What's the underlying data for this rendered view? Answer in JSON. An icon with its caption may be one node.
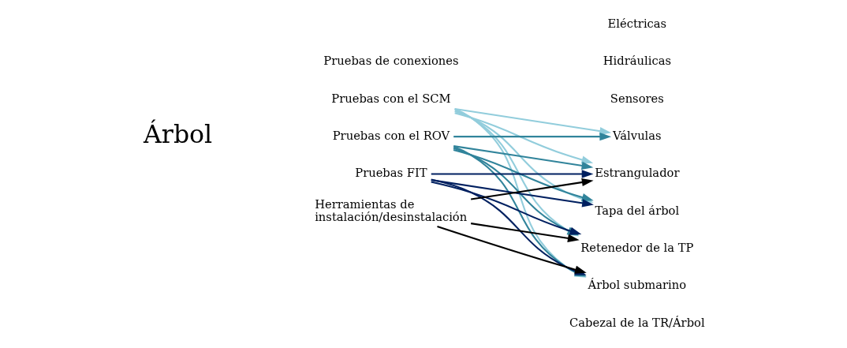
{
  "diagram": {
    "nodes": [
      {
        "text": [
          "Árbol"
        ]
      },
      {
        "text": [
          "Pruebas de conexiones"
        ]
      },
      {
        "text": [
          "Eléctricas"
        ]
      },
      {
        "text": [
          "Hidráulicas"
        ]
      },
      {
        "text": [
          "Pruebas con el SCM"
        ]
      },
      {
        "text": [
          "Pruebas con el ROV"
        ]
      },
      {
        "text": [
          "Pruebas FIT"
        ]
      },
      {
        "text": [
          "Herramientas de instalación/desinstalación"
        ]
      },
      {
        "text": [
          "Sensores"
        ]
      },
      {
        "text": [
          "Válvulas"
        ]
      },
      {
        "text": [
          "Estrangulador"
        ]
      },
      {
        "text": [
          "Tapa del árbol"
        ]
      },
      {
        "text": [
          "Retenedor de la TP"
        ]
      },
      {
        "text": [
          "Árbol submarino"
        ]
      },
      {
        "text": [
          "Cabezal de la TR/Árbol"
        ]
      }
    ],
    "edges": [
      {
        "from": 4,
        "to": 9,
        "arrow": "to",
        "color": "#92cddc"
      },
      {
        "from": 4,
        "to": 10,
        "arrow": "to",
        "color": "#92cddc"
      },
      {
        "from": 4,
        "to": 11,
        "arrow": "to",
        "color": "#92cddc"
      },
      {
        "from": 4,
        "to": 12,
        "arrow": "to",
        "color": "#92cddc"
      },
      {
        "from": 4,
        "to": 13,
        "arrow": "to",
        "color": "#92cddc"
      },
      {
        "from": 5,
        "to": 9,
        "arrow": "to",
        "color": "#31849b"
      },
      {
        "from": 5,
        "to": 10,
        "arrow": "to",
        "color": "#31849b"
      },
      {
        "from": 5,
        "to": 11,
        "arrow": "to",
        "color": "#31849b"
      },
      {
        "from": 5,
        "to": 12,
        "arrow": "to",
        "color": "#31849b"
      },
      {
        "from": 5,
        "to": 13,
        "arrow": "to",
        "color": "#31849b"
      },
      {
        "from": 6,
        "to": 10,
        "arrow": "to",
        "color": "#002060"
      },
      {
        "from": 6,
        "to": 11,
        "arrow": "to",
        "color": "#002060"
      },
      {
        "from": 6,
        "to": 12,
        "arrow": "to",
        "color": "#002060"
      },
      {
        "from": 6,
        "to": 13,
        "arrow": "to",
        "color": "#002060"
      },
      {
        "from": 7,
        "to": 10,
        "arrow": "to",
        "color": "#000000"
      },
      {
        "from": 7,
        "to": 12,
        "arrow": "to",
        "color": "#000000"
      },
      {
        "from": 7,
        "to": 13,
        "arrow": "to",
        "color": "#000000"
      }
    ]
  }
}
